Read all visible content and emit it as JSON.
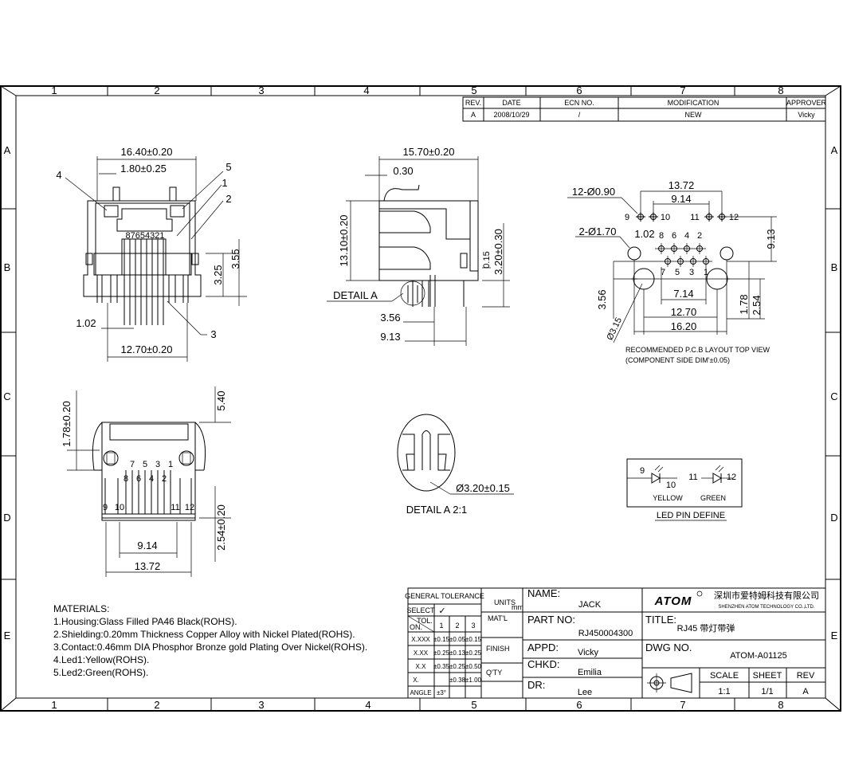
{
  "grid": {
    "columns": [
      "1",
      "2",
      "3",
      "4",
      "5",
      "6",
      "7",
      "8"
    ],
    "rows": [
      "A",
      "B",
      "C",
      "D",
      "E"
    ]
  },
  "revision": {
    "headers": [
      "REV.",
      "DATE",
      "ECN NO.",
      "MODIFICATION",
      "APPROVER"
    ],
    "row": [
      "A",
      "2008/10/29",
      "/",
      "NEW",
      "Vicky"
    ]
  },
  "front_view": {
    "dims": [
      "16.40±0.20",
      "1.80±0.25",
      "3.25",
      "3.55",
      "1.02",
      "12.70±0.20"
    ],
    "callouts": [
      "4",
      "5",
      "1",
      "2",
      "3"
    ],
    "pins_label": "87654321"
  },
  "side_view": {
    "dims": [
      "15.70±0.20",
      "0.30",
      "13.10±0.20",
      "0.15",
      "3.20±0.30",
      "3.56",
      "9.13"
    ],
    "detail_label": "DETAIL A"
  },
  "pcb_layout": {
    "dims": [
      "12-Ø0.90",
      "13.72",
      "9.14",
      "2-Ø1.70",
      "1.02",
      "9.13",
      "3.56",
      "7.14",
      "12.70",
      "16.20",
      "Ø3.15",
      "1.78",
      "2.54"
    ],
    "pin_numbers": [
      "9",
      "10",
      "11",
      "12",
      "8",
      "6",
      "4",
      "2",
      "7",
      "5",
      "3",
      "1"
    ],
    "caption_line1": "RECOMMENDED P.C.B LAYOUT TOP VIEW",
    "caption_line2": "(COMPONENT SIDE DIM'±0.05)"
  },
  "bottom_view": {
    "dims": [
      "1.78±0.20",
      "5.40",
      "2.54±0.20",
      "9.14",
      "13.72"
    ],
    "pin_numbers_top": [
      "7",
      "5",
      "3",
      "1"
    ],
    "pin_numbers_mid": [
      "8",
      "6",
      "4",
      "2"
    ],
    "pin_numbers_low": [
      "9",
      "10",
      "11",
      "12"
    ]
  },
  "detail_view": {
    "dim": "Ø3.20±0.15",
    "label": "DETAIL  A  2:1"
  },
  "led_define": {
    "pins": [
      "9",
      "10",
      "11",
      "12"
    ],
    "colors": [
      "YELLOW",
      "GREEN"
    ],
    "title": "LED PIN DEFINE"
  },
  "materials": {
    "heading": "MATERIALS:",
    "lines": [
      "1.Housing:Glass Filled PA46 Black(ROHS).",
      "2.Shielding:0.20mm Thickness Copper Alloy with Nickel Plated(ROHS).",
      "3.Contact:0.46mm DIA Phosphor Bronze gold Plating Over Nickel(ROHS).",
      "4.Led1:Yellow(ROHS).",
      "5.Led2:Green(ROHS)."
    ]
  },
  "tolerance": {
    "title": "GENERAL TOLERANCE",
    "select": "SELECT",
    "tol": "TOL.",
    "on": "ON.",
    "cols": [
      "1",
      "2",
      "3"
    ],
    "rows": [
      {
        "label": "X.XXX",
        "vals": [
          "±0.15",
          "±0.05",
          "±0.15"
        ]
      },
      {
        "label": "X.XX",
        "vals": [
          "±0.25",
          "±0.13",
          "±0.25"
        ]
      },
      {
        "label": "X.X",
        "vals": [
          "±0.35",
          "±0.25",
          "±0.50"
        ]
      },
      {
        "label": "X.",
        "vals": [
          "",
          "±0.38",
          "±1.00"
        ]
      },
      {
        "label": "ANGLE",
        "vals": [
          "±3°",
          "",
          ""
        ]
      }
    ],
    "check": "✓"
  },
  "title_block": {
    "units_label": "UNITS",
    "units_value": "mm",
    "matl_label": "MAT'L",
    "finish_label": "FINISH",
    "qty_label": "Q'TY",
    "name_label": "NAME:",
    "name_value": "JACK",
    "part_label": "PART NO:",
    "part_value": "RJ450004300",
    "appd_label": "APPD:",
    "appd_value": "Vicky",
    "chkd_label": "CHKD:",
    "chkd_value": "Emilia",
    "dr_label": "DR:",
    "dr_value": "Lee",
    "logo": "ATOM",
    "company_cn": "深圳市爱特姆科技有限公司",
    "company_en": "SHENZHEN ATOM TECHNOLOGY CO.,LTD.",
    "title_label": "TITLE:",
    "title_value": "RJ45 带灯带弹",
    "dwg_label": "DWG NO.",
    "dwg_value": "ATOM-A01125",
    "scale_label": "SCALE",
    "scale_value": "1:1",
    "sheet_label": "SHEET",
    "sheet_value": "1/1",
    "rev_label": "REV",
    "rev_value": "A"
  }
}
